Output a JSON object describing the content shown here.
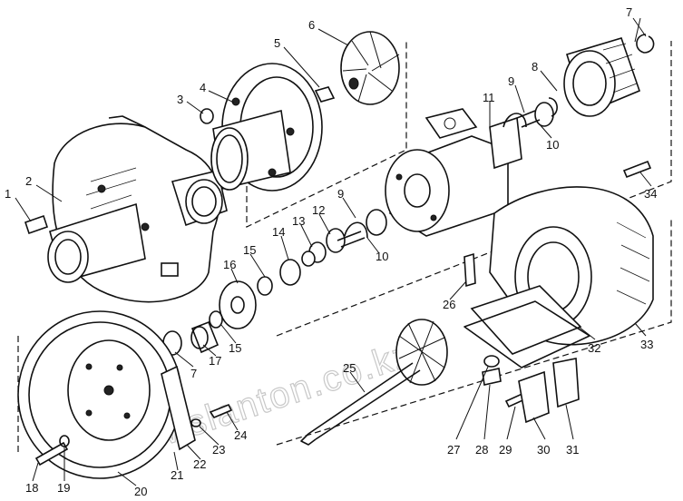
{
  "watermark": "www.slanton.co.kz",
  "callouts": [
    "1",
    "2",
    "3",
    "4",
    "5",
    "6",
    "7",
    "7",
    "8",
    "9",
    "9",
    "10",
    "10",
    "11",
    "12",
    "13",
    "14",
    "15",
    "15",
    "16",
    "17",
    "18",
    "19",
    "20",
    "21",
    "22",
    "23",
    "24",
    "25",
    "26",
    "27",
    "28",
    "29",
    "30",
    "31",
    "32",
    "33",
    "34"
  ]
}
